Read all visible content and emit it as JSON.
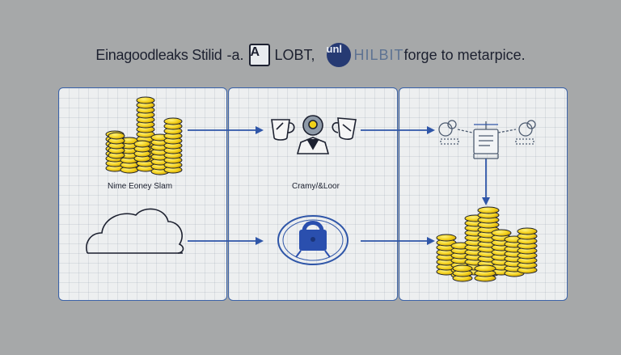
{
  "title": {
    "part1": "Einagoodleaks Stilid",
    "part1_suffix": "-a.",
    "square_badge": "A",
    "part2": "LOBT,",
    "circle_badge": "unl",
    "part3_ghost": "HILBIT",
    "part3": "forge to metarpice."
  },
  "panels": {
    "left": {
      "label": "Nime Eoney Slam"
    },
    "middle": {
      "label": "Cramy/&Loor"
    },
    "right": {
      "label": ""
    }
  },
  "colors": {
    "background": "#a6a8a9",
    "panel_fill": "#edeff0",
    "accent_blue": "#3c63a8",
    "coin_gold": "#f2cf1a",
    "ink": "#1d2130"
  },
  "icons": {
    "coins_left": "coin-stacks-icon",
    "cloud": "cloud-icon",
    "mugs": "coffee-mug-icon",
    "person": "person-icon",
    "lock": "padlock-icon",
    "network": "network-nodes-icon",
    "coins_right": "coin-stacks-icon"
  }
}
